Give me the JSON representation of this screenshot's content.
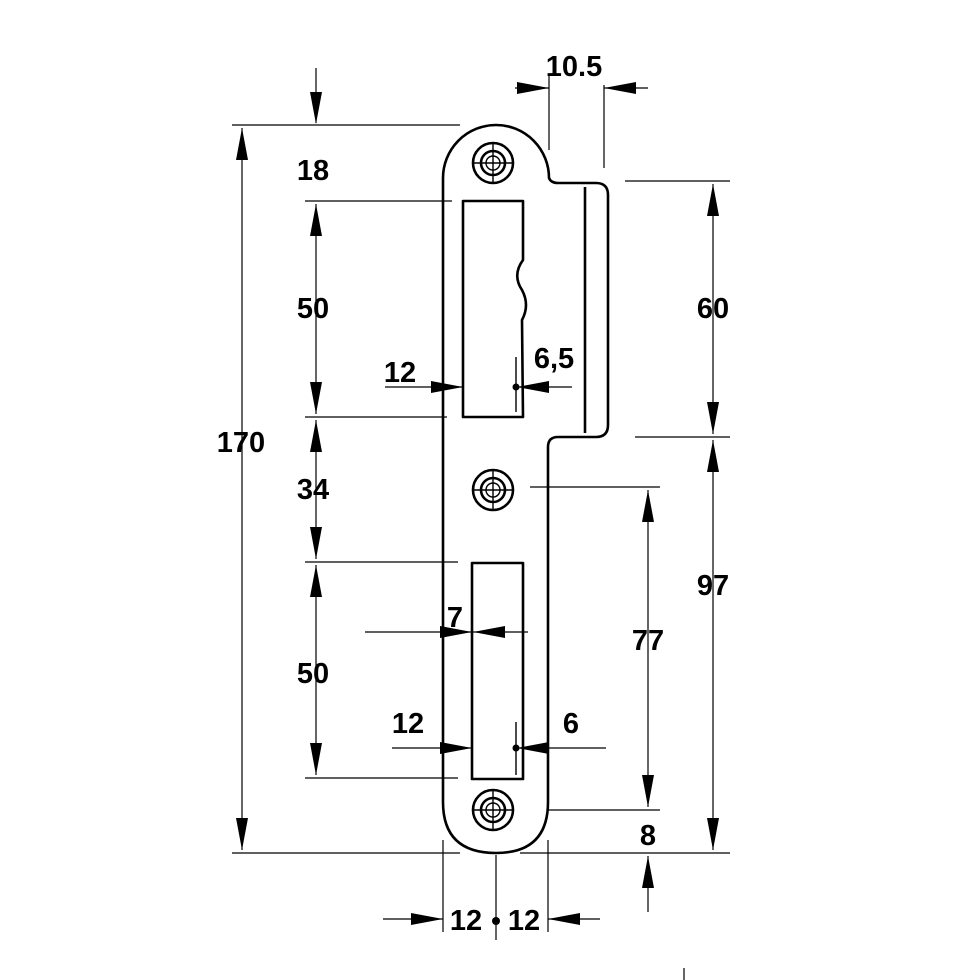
{
  "diagram": {
    "labels": {
      "width_top": "10.5",
      "total_height": "170",
      "top_offset": "18",
      "slot1_height": "50",
      "slot_gap": "34",
      "slot2_height": "50",
      "lip_height": "60",
      "lower_height": "97",
      "hole_spacing": "77",
      "bottom_offset": "8",
      "slot1_left": "12",
      "slot1_right": "6,5",
      "slot2_width": "7",
      "slot2_left": "12",
      "slot2_right": "6",
      "bottom_left": "12",
      "bottom_right": "12"
    }
  }
}
